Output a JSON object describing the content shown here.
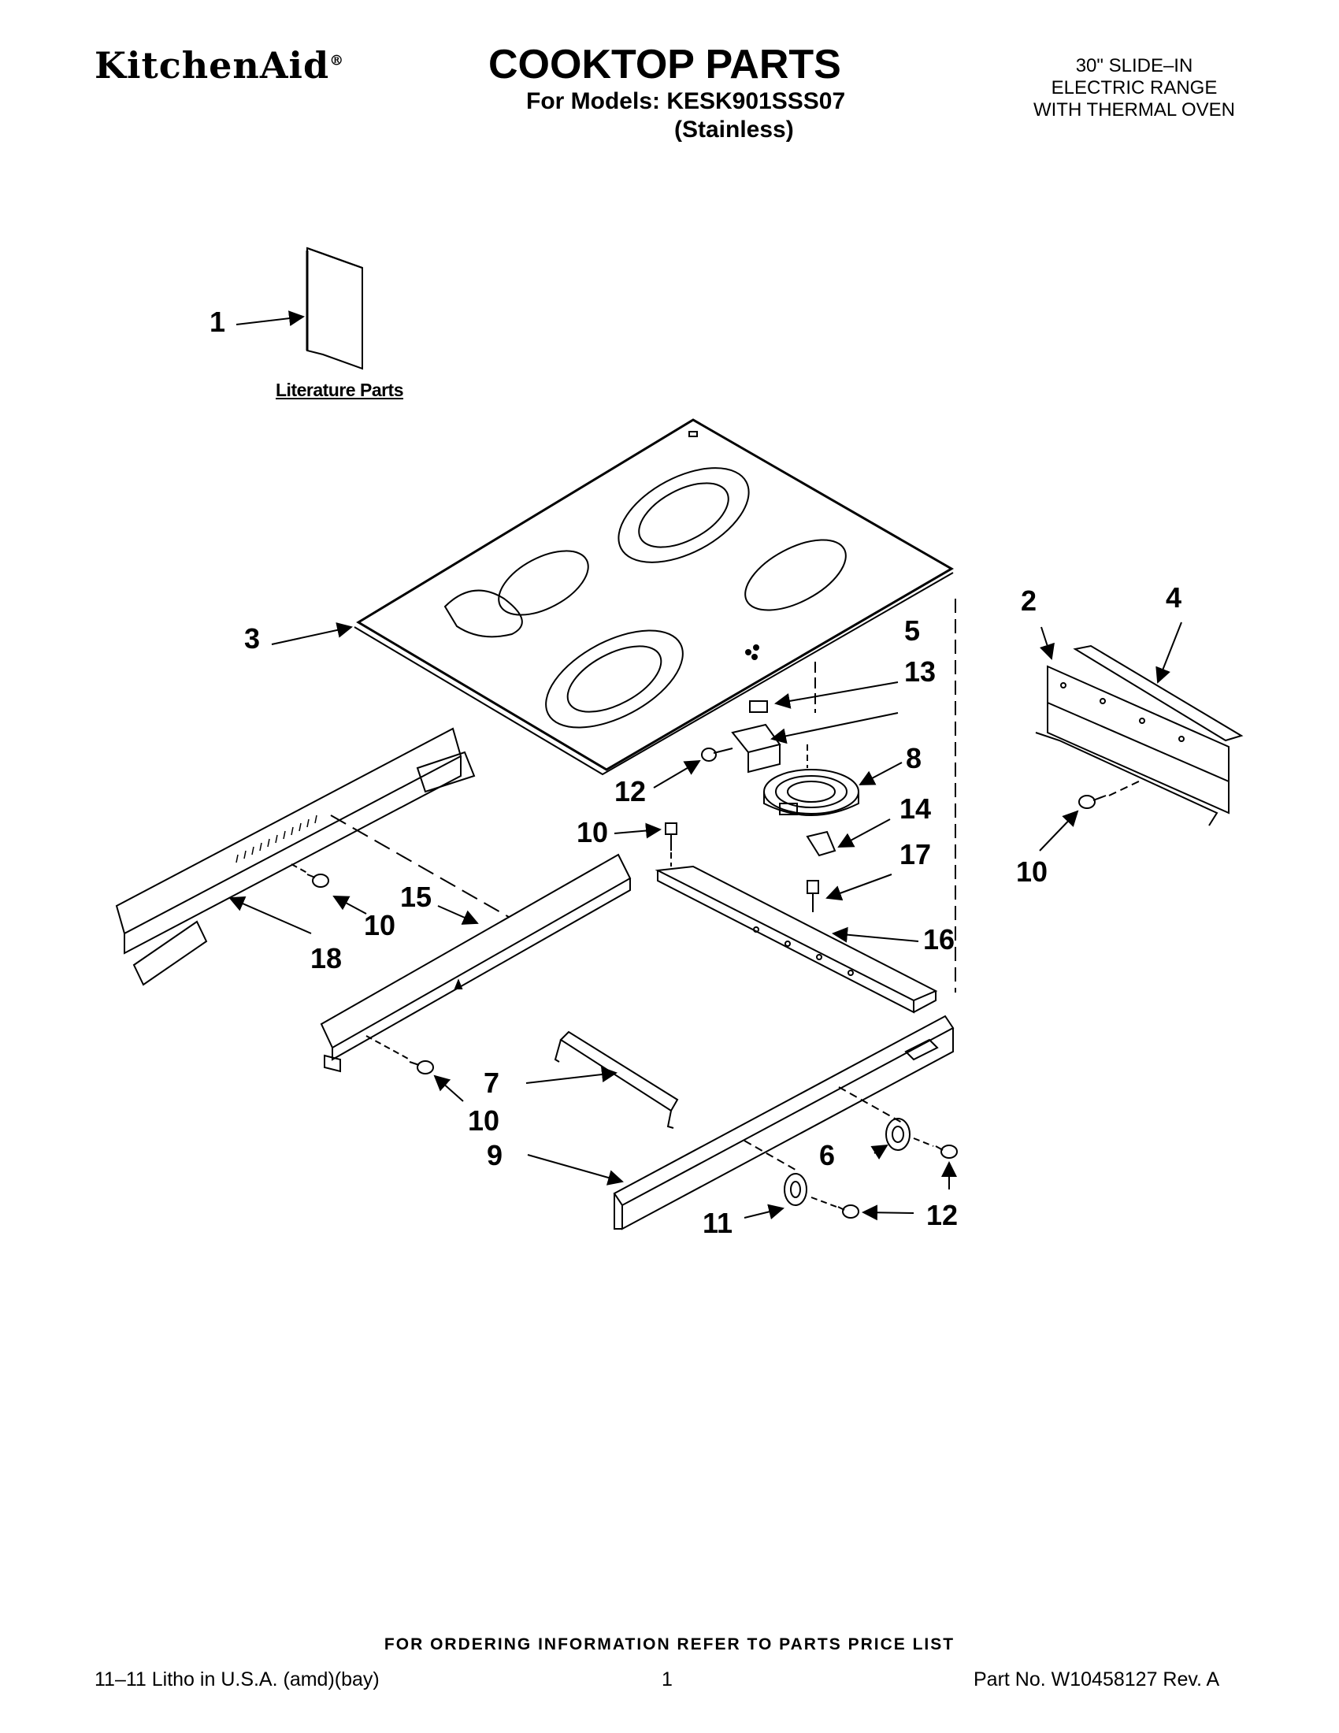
{
  "header": {
    "brand": "KitchenAid",
    "brand_mark": "®",
    "title": "COOKTOP PARTS",
    "models_line": "For Models: KESK901SSS07",
    "variant": "(Stainless)",
    "description": [
      "30\" SLIDE–IN",
      "ELECTRIC RANGE",
      "WITH THERMAL OVEN"
    ]
  },
  "literature_label": "Literature Parts",
  "callouts": {
    "c1": "1",
    "c2": "2",
    "c3": "3",
    "c4": "4",
    "c5": "5",
    "c6": "6",
    "c7": "7",
    "c8": "8",
    "c9": "9",
    "c10a": "10",
    "c10b": "10",
    "c10c": "10",
    "c10d": "10",
    "c11": "11",
    "c12a": "12",
    "c12b": "12",
    "c13": "13",
    "c14": "14",
    "c15": "15",
    "c16": "16",
    "c17": "17",
    "c18": "18"
  },
  "footer": {
    "note": "FOR ORDERING INFORMATION REFER TO PARTS PRICE LIST",
    "left": "11–11 Litho in U.S.A. (amd)(bay)",
    "page": "1",
    "part_no": "Part No. W10458127 Rev. A"
  }
}
